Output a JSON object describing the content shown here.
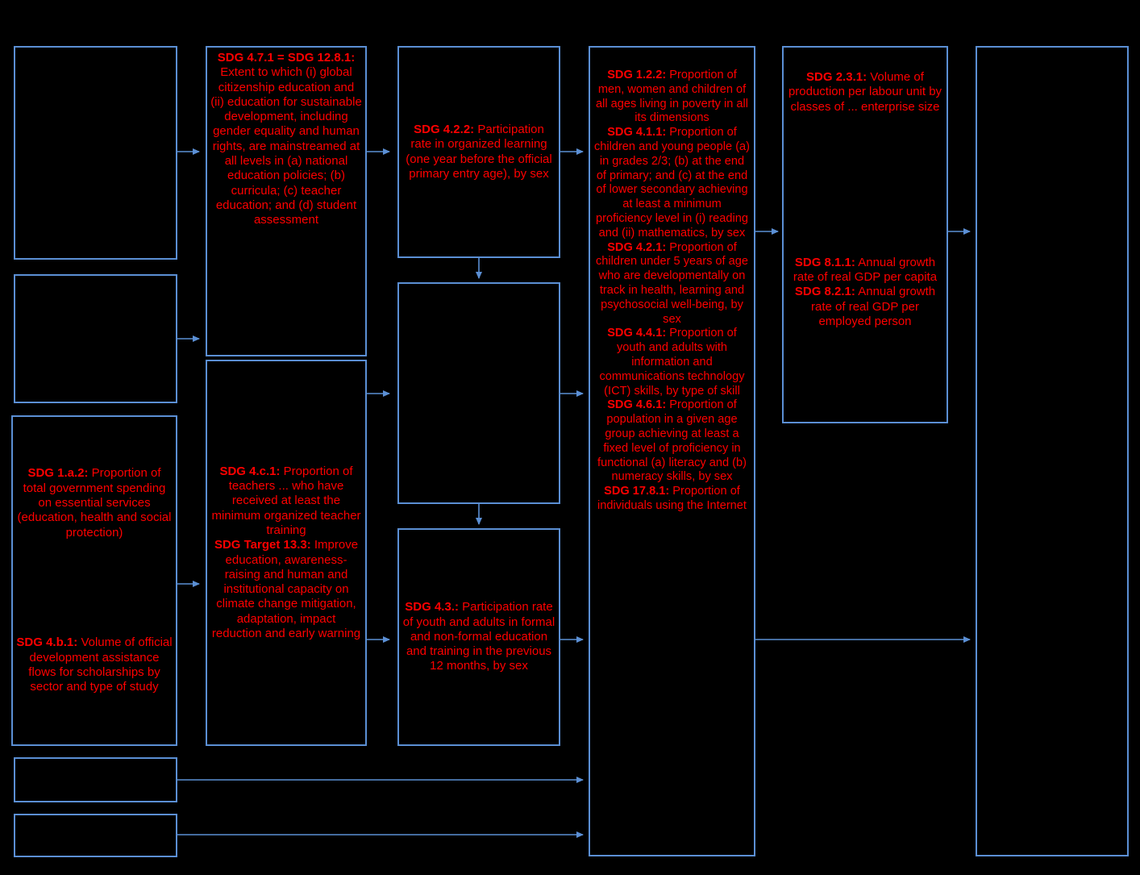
{
  "diagram": {
    "title": "SDG indicator linkage flow diagram",
    "accent_color": "#ff0000",
    "border_color": "#5b8fd4",
    "background_color": "#000000",
    "boxes": [
      {
        "id": "col1-box1",
        "text": ""
      },
      {
        "id": "col1-box2",
        "text": ""
      },
      {
        "id": "col1-box3",
        "lines": [
          {
            "label": "SDG 1.a.2:",
            "text": " Proportion of total government spending on essential services (education, health and social protection)"
          },
          {
            "label": "SDG 4.b.1:",
            "text": " Volume of official development assistance flows for scholarships by sector and type of study"
          }
        ]
      },
      {
        "id": "col1-box4",
        "text": ""
      },
      {
        "id": "col1-box5",
        "text": ""
      },
      {
        "id": "col2-box1",
        "lines": [
          {
            "label": "SDG 4.7.1 = SDG 12.8.1:",
            "text": " Extent to which (i) global citizenship education and (ii) education for sustainable development, including gender equality and human rights, are mainstreamed at all levels in (a) national education policies; (b) curricula; (c) teacher education; and (d) student assessment"
          }
        ]
      },
      {
        "id": "col2-box2",
        "lines": [
          {
            "label": "SDG 4.c.1:",
            "text": " Proportion of teachers ... who have received at least the minimum organized teacher training"
          },
          {
            "label": "SDG Target 13.3:",
            "text": " Improve education, awareness-raising and human and institutional capacity on climate change mitigation, adaptation, impact reduction and early warning"
          }
        ]
      },
      {
        "id": "col3-box1",
        "lines": [
          {
            "label": "SDG 4.2.2:",
            "text": " Participation rate in organized learning (one year before the official primary entry age), by sex"
          }
        ]
      },
      {
        "id": "col3-box2",
        "text": ""
      },
      {
        "id": "col3-box3",
        "lines": [
          {
            "label": "SDG 4.3.:",
            "text": " Participation rate of youth and adults in formal and non-formal education and training in the previous 12 months, by sex"
          }
        ]
      },
      {
        "id": "col4-box1",
        "lines": [
          {
            "label": "SDG 1.2.2:",
            "text": " Proportion of men, women and children of all ages living in poverty in all its dimensions"
          },
          {
            "label": "SDG 4.1.1:",
            "text": " Proportion of children and young people (a) in grades 2/3; (b) at the end of primary; and (c) at the end of lower secondary achieving at least a minimum proficiency level in (i) reading and (ii) mathematics, by sex"
          },
          {
            "label": "SDG 4.2.1:",
            "text": " Proportion of children under 5 years of age who are developmentally on track in health, learning and psychosocial well-being, by sex"
          },
          {
            "label": "SDG 4.4.1:",
            "text": " Proportion of youth and adults with information and communications technology (ICT) skills, by type of skill"
          },
          {
            "label": "SDG 4.6.1:",
            "text": " Proportion of population in a given age group achieving at least a fixed level of proficiency in functional (a) literacy and (b) numeracy skills, by sex"
          },
          {
            "label": "SDG 17.8.1:",
            "text": " Proportion of individuals using the Internet"
          }
        ]
      },
      {
        "id": "col5-box1",
        "lines": [
          {
            "label": "SDG 2.3.1:",
            "text": " Volume of production per labour unit by classes of ... enterprise size"
          },
          {
            "label": "SDG 8.1.1:",
            "text": " Annual growth rate of real GDP per capita"
          },
          {
            "label": "SDG 8.2.1:",
            "text": " Annual growth rate of real GDP per employed person"
          }
        ]
      },
      {
        "id": "col6-box1",
        "text": ""
      }
    ]
  }
}
